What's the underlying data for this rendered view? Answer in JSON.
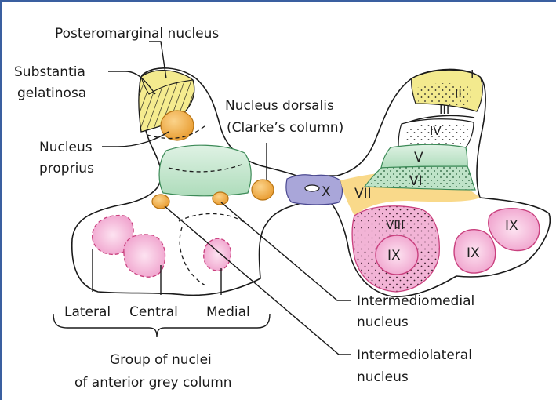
{
  "labels": {
    "posteromarginal": "Posteromarginal nucleus",
    "substantia_line1": "Substantia",
    "substantia_line2": "gelatinosa",
    "proprius_line1": "Nucleus",
    "proprius_line2": "proprius",
    "dorsalis_line1": "Nucleus dorsalis",
    "dorsalis_line2": "(Clarke’s column)",
    "lateral": "Lateral",
    "central": "Central",
    "medial": "Medial",
    "group_line1": "Group of nuclei",
    "group_line2": "of anterior grey column",
    "intermediomedial_line1": "Intermediomedial",
    "intermediomedial_line2": "nucleus",
    "intermediolateral_line1": "Intermediolateral",
    "intermediolateral_line2": "nucleus"
  },
  "laminae": {
    "I": "I",
    "II": "II",
    "III": "III",
    "IV": "IV",
    "V": "V",
    "VI": "VI",
    "VII": "VII",
    "VIII": "VIII",
    "IX": "IX",
    "X": "X"
  },
  "colors": {
    "lamina_I_II_yellow": "#f3ea8e",
    "lamina_V_VI_green": "#bfe3c8",
    "lamina_VII_gold": "#f9d98a",
    "lamina_VIII_IX_pink": "#f2a9cf",
    "lamina_X_purple": "#a9a6d9",
    "nucleus_orange": "#f4b64e",
    "frame_border": "#3a5fa0"
  }
}
